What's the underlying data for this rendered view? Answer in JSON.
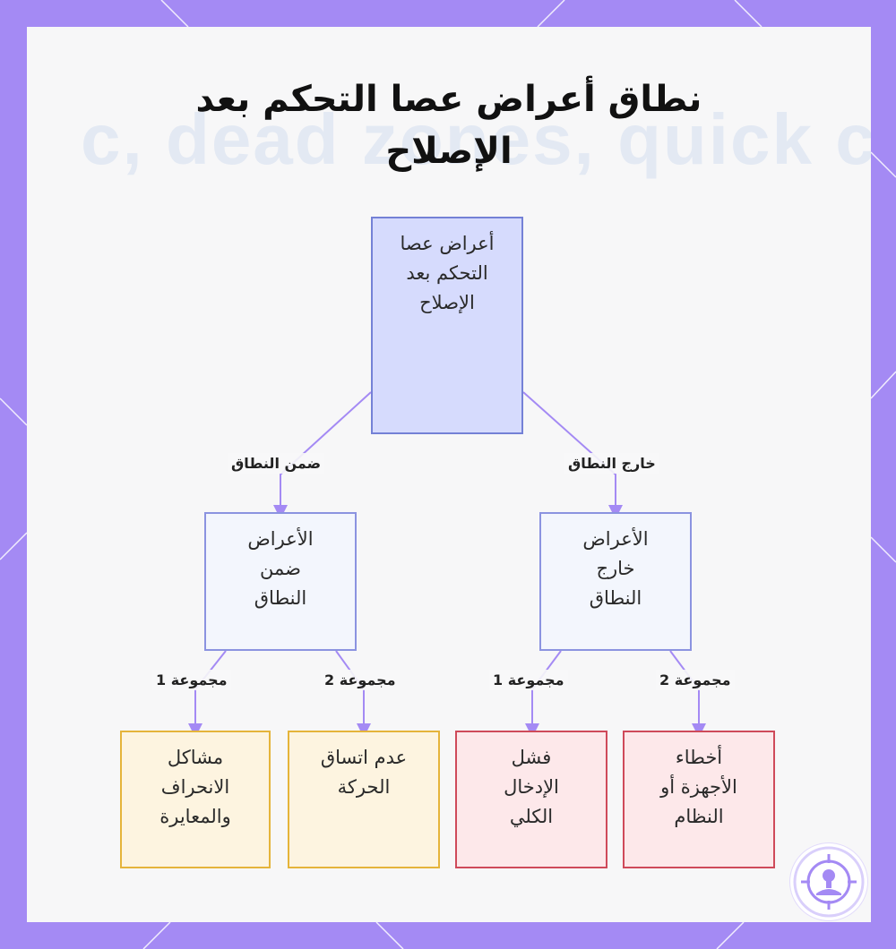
{
  "title_lines": [
    "نطاق أعراض عصا التحكم بعد",
    "الإصلاح"
  ],
  "watermark_text": "c, dead zones, quick ch",
  "nodes": {
    "root": [
      "أعراض عصا",
      "التحكم بعد",
      "الإصلاح"
    ],
    "within": [
      "الأعراض",
      "ضمن",
      "النطاق"
    ],
    "outside": [
      "الأعراض",
      "خارج",
      "النطاق"
    ],
    "drift": [
      "مشاكل",
      "الانحراف",
      "والمعايرة"
    ],
    "inconsistency": [
      "عدم اتساق",
      "الحركة"
    ],
    "input_failure": [
      "فشل",
      "الإدخال",
      "الكلي"
    ],
    "hardware_errors": [
      "أخطاء",
      "الأجهزة أو",
      "النظام"
    ]
  },
  "edge_labels": {
    "within": "ضمن النطاق",
    "outside": "خارج النطاق",
    "within_g1": "مجموعة 1",
    "within_g2": "مجموعة 2",
    "outside_g1": "مجموعة 1",
    "outside_g2": "مجموعة 2"
  },
  "colors": {
    "frame": "#a48af4",
    "root_fill": "#d6dbfd",
    "mid_fill": "#f3f6fd",
    "yellow_fill": "#fdf4e0",
    "red_fill": "#fde8ea",
    "edge": "#a48af4"
  },
  "badge_icon": "joystick-target-icon"
}
